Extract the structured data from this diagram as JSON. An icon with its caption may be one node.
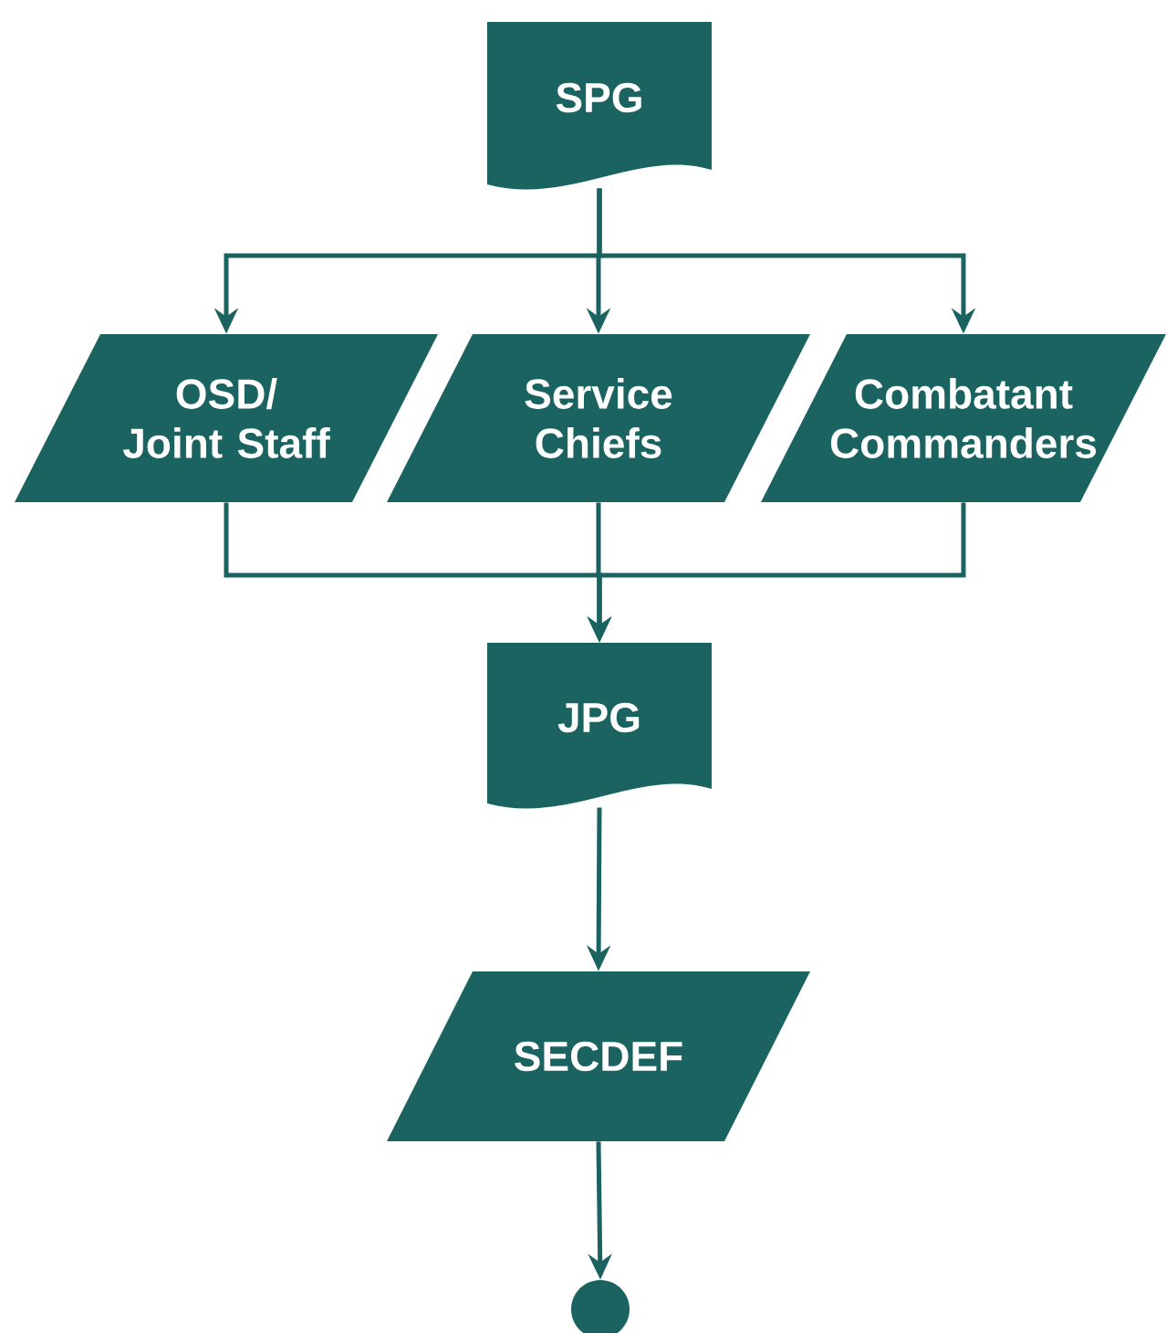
{
  "diagram": {
    "nodes": [
      {
        "text": [
          "SPG"
        ]
      },
      {
        "text": [
          "OSD/ Joint Staff"
        ]
      },
      {
        "text": [
          "Service Chiefs"
        ]
      },
      {
        "text": [
          "Combatant Commanders"
        ]
      },
      {
        "text": [
          "JPG"
        ]
      },
      {
        "text": [
          "SECDEF"
        ]
      },
      {
        "text": [],
        "shape": "circle"
      }
    ],
    "edges": [
      {
        "from": 0,
        "to": 1,
        "arrow": "to"
      },
      {
        "from": 0,
        "to": 2,
        "arrow": "to"
      },
      {
        "from": 0,
        "to": 3,
        "arrow": "to"
      },
      {
        "from": 1,
        "to": 4,
        "arrow": "to"
      },
      {
        "from": 2,
        "to": 4,
        "arrow": "to"
      },
      {
        "from": 3,
        "to": 4,
        "arrow": "to"
      },
      {
        "from": 4,
        "to": 5,
        "arrow": "to"
      },
      {
        "from": 5,
        "to": 6,
        "arrow": "to"
      }
    ]
  }
}
